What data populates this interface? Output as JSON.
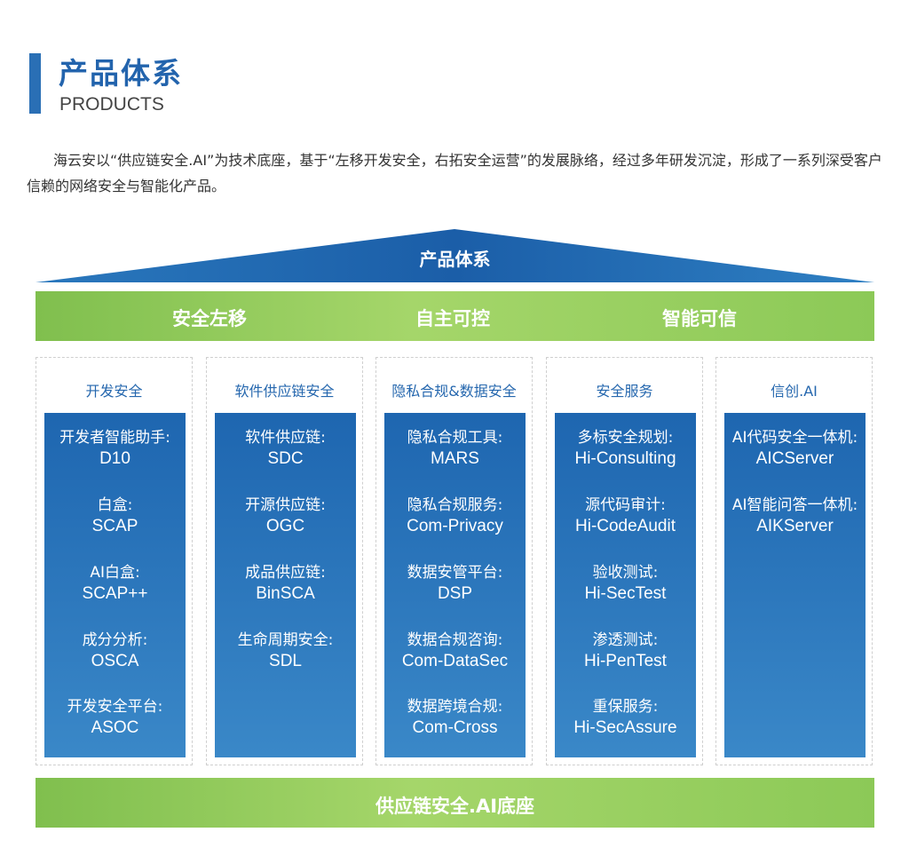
{
  "header": {
    "title_cn": "产品体系",
    "title_en": "PRODUCTS"
  },
  "intro": "海云安以“供应链安全.AI”为技术底座，基于“左移开发安全，右拓安全运营”的发展脉络，经过多年研发沉淀，形成了一系列深受客户信赖的网络安全与智能化产品。",
  "roof": {
    "label": "产品体系"
  },
  "pillars": [
    "安全左移",
    "自主可控",
    "智能可信"
  ],
  "columns": [
    {
      "title": "开发安全",
      "products": [
        {
          "name": "开发者智能助手:",
          "code": "D10"
        },
        {
          "name": "白盒:",
          "code": "SCAP"
        },
        {
          "name": "AI白盒:",
          "code": "SCAP++"
        },
        {
          "name": "成分分析:",
          "code": "OSCA"
        },
        {
          "name": "开发安全平台:",
          "code": "ASOC"
        }
      ]
    },
    {
      "title": "软件供应链安全",
      "products": [
        {
          "name": "软件供应链:",
          "code": "SDC"
        },
        {
          "name": "开源供应链:",
          "code": "OGC"
        },
        {
          "name": "成品供应链:",
          "code": "BinSCA"
        },
        {
          "name": "生命周期安全:",
          "code": "SDL"
        }
      ]
    },
    {
      "title": "隐私合规&数据安全",
      "products": [
        {
          "name": "隐私合规工具:",
          "code": "MARS"
        },
        {
          "name": "隐私合规服务:",
          "code": "Com-Privacy"
        },
        {
          "name": "数据安管平台:",
          "code": "DSP"
        },
        {
          "name": "数据合规咨询:",
          "code": "Com-DataSec"
        },
        {
          "name": "数据跨境合规:",
          "code": "Com-Cross"
        }
      ]
    },
    {
      "title": "安全服务",
      "products": [
        {
          "name": "多标安全规划:",
          "code": "Hi-Consulting"
        },
        {
          "name": "源代码审计:",
          "code": "Hi-CodeAudit"
        },
        {
          "name": "验收测试:",
          "code": "Hi-SecTest"
        },
        {
          "name": "渗透测试:",
          "code": "Hi-PenTest"
        },
        {
          "name": "重保服务:",
          "code": "Hi-SecAssure"
        }
      ]
    },
    {
      "title": "信创.AI",
      "products": [
        {
          "name": "AI代码安全一体机:",
          "code": "AICServer"
        },
        {
          "name": "AI智能问答一体机:",
          "code": "AIKServer"
        }
      ]
    }
  ],
  "base": {
    "label": "供应链安全.AI底座"
  },
  "colors": {
    "accent_blue": "#2364ad",
    "column_blue_top": "#1e66b0",
    "column_blue_bottom": "#3a88c8",
    "green": "#8cc957"
  }
}
